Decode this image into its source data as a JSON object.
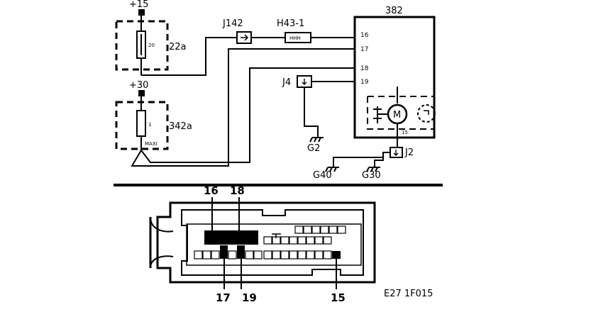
{
  "supply": {
    "plus15": "+15",
    "plus30": "+30"
  },
  "fuse_a": {
    "name": "22a",
    "rating": "20"
  },
  "fuse_b": {
    "name": "342a",
    "rating": "1",
    "note": "MAXI"
  },
  "connectors": {
    "j142": "J142",
    "h43": "H43-1",
    "h43_inner": "HHH",
    "j4": "J4",
    "j2": "J2"
  },
  "module": {
    "name": "382",
    "pins": [
      "16",
      "17",
      "18",
      "19"
    ],
    "motor": "M",
    "bottom_pin": "15"
  },
  "grounds": {
    "g2": "G2",
    "g40": "G40",
    "g30": "G30"
  },
  "plug": {
    "top_labels": [
      "16",
      "18"
    ],
    "bottom_labels": [
      "17",
      "19",
      "15"
    ]
  },
  "figure_code": "E27 1F015"
}
